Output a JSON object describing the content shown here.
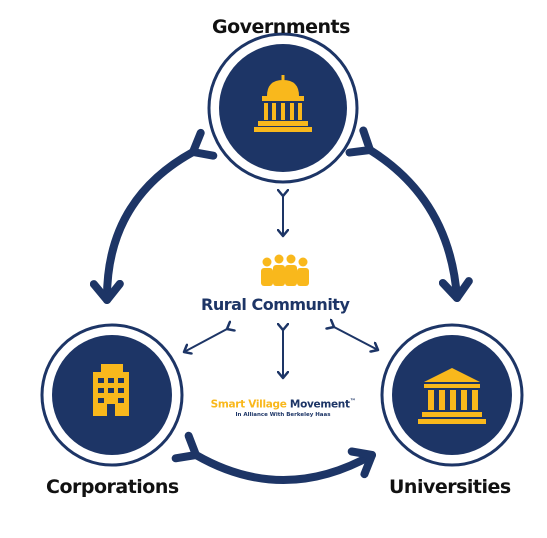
{
  "nodes": {
    "governments": {
      "label": "Governments",
      "icon": "capitol-icon"
    },
    "corporations": {
      "label": "Corporations",
      "icon": "office-building-icon"
    },
    "universities": {
      "label": "Universities",
      "icon": "university-icon"
    }
  },
  "center": {
    "label": "Rural Community",
    "icon": "people-group-icon"
  },
  "brand": {
    "name_part1": "Smart Village ",
    "name_part2": "Movement",
    "trademark": "™",
    "tagline": "In Alliance With Berkeley Haas"
  },
  "colors": {
    "navy": "#1d3566",
    "gold": "#f9b81c",
    "label_text": "#111111"
  }
}
